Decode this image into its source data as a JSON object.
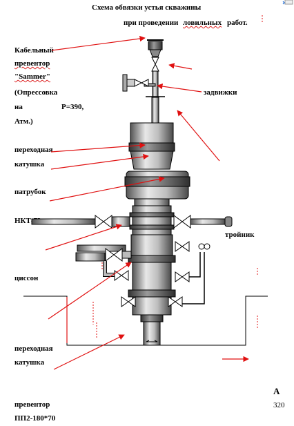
{
  "title_line1": "Схема обвязки устья скважины",
  "title_line2_a": "при проведении",
  "title_line2_b": "ловильных",
  "title_line2_c": "работ.",
  "labels": {
    "cable_preventer_1": "Кабельный",
    "cable_preventer_2": "превентор",
    "cable_preventer_3": "\"Sammer\"",
    "cable_preventer_4": "(Опрессовка",
    "cable_preventer_5a": "на",
    "cable_preventer_5b": "Р=390,",
    "cable_preventer_6": "Атм.)",
    "valves": "задвижки",
    "adapter_coil_1a": "переходная",
    "adapter_coil_1b": "катушка",
    "pipe_nipple": "патрубок",
    "tubing": "НКТ-73",
    "tee": "тройник",
    "casing_head": "циссон",
    "adapter_coil_2a": "переходная",
    "adapter_coil_2b": "катушка",
    "preventer_1": "превентор",
    "preventer_2": "ПП2-180*70",
    "mark_a": "А",
    "value_320": "320"
  },
  "colors": {
    "arrow": "#e01010",
    "line": "#000000",
    "body_dark": "#6a6a6a",
    "body_light": "#d8d8d8"
  }
}
